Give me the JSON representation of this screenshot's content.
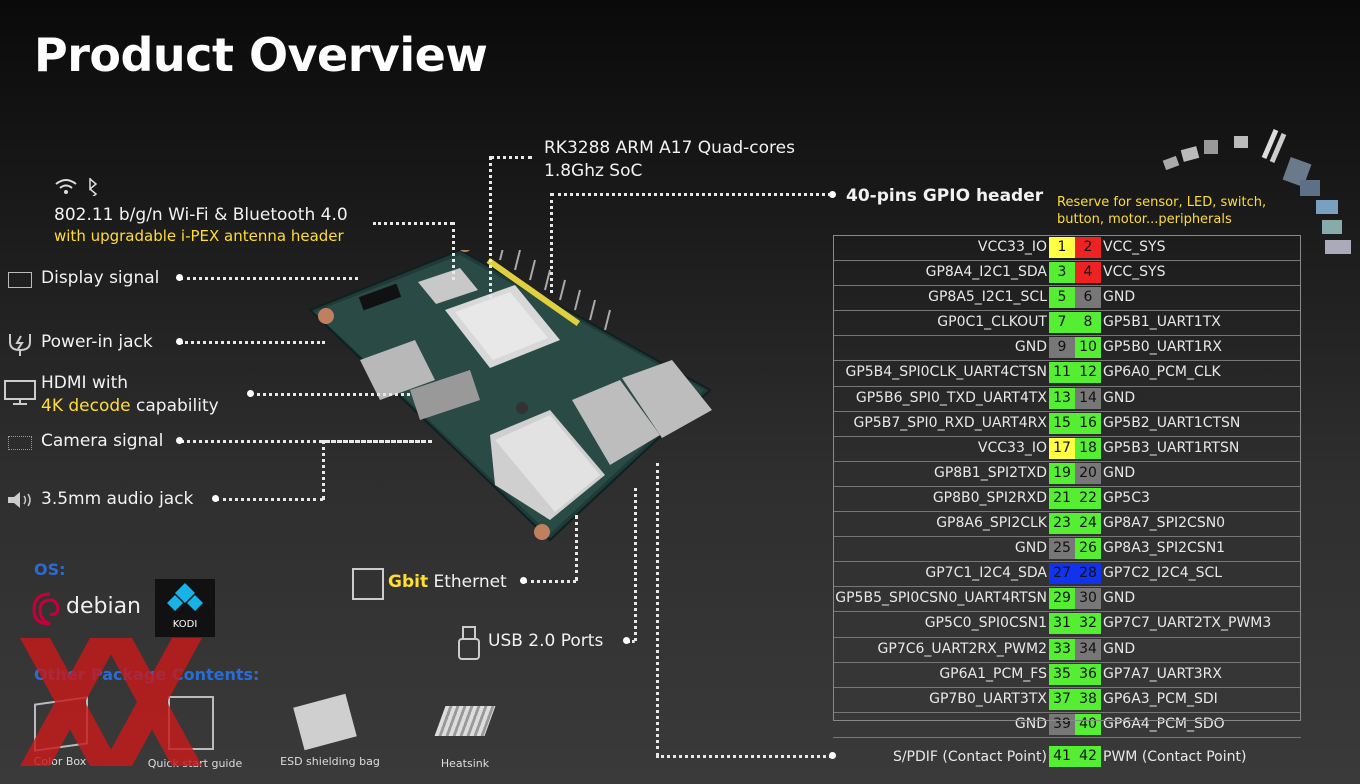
{
  "title": "Product Overview",
  "wifi": {
    "line1": "802.11 b/g/n Wi-Fi  & Bluetooth 4.0",
    "line2": "with upgradable i-PEX antenna header"
  },
  "soc": {
    "line1": "RK3288 ARM A17 Quad-cores",
    "line2": "1.8Ghz SoC"
  },
  "gpio_header": {
    "label": "40-pins GPIO header",
    "note_line1": "Reserve for sensor, LED, switch,",
    "note_line2": "button, motor...peripherals"
  },
  "left_labels": {
    "display": "Display signal",
    "power": "Power-in jack",
    "hdmi_line1": "HDMI with",
    "hdmi_yellow": "4K decode",
    "hdmi_rest": " capability",
    "camera": "Camera signal",
    "audio": "3.5mm audio jack"
  },
  "ethernet": {
    "bold": "Gbit",
    "rest": " Ethernet"
  },
  "usb": "USB 2.0 Ports",
  "os": {
    "heading": "OS:",
    "debian": "debian",
    "kodi": "KODI"
  },
  "package": {
    "heading": "Other Package Contents:",
    "items": [
      "Color Box",
      "Quick start guide",
      "ESD shielding bag",
      "Heatsink"
    ]
  },
  "gpio_rows": [
    {
      "left": "VCC33_IO",
      "a": "1",
      "b": "2",
      "right": "VCC_SYS",
      "ca": "#ffff44",
      "cb": "#ee2222"
    },
    {
      "left": "GP8A4_I2C1_SDA",
      "a": "3",
      "b": "4",
      "right": "VCC_SYS",
      "ca": "#55ee33",
      "cb": "#ee2222"
    },
    {
      "left": "GP8A5_I2C1_SCL",
      "a": "5",
      "b": "6",
      "right": "GND",
      "ca": "#55ee33",
      "cb": "#777777"
    },
    {
      "left": "GP0C1_CLKOUT",
      "a": "7",
      "b": "8",
      "right": "GP5B1_UART1TX",
      "ca": "#55ee33",
      "cb": "#55ee33"
    },
    {
      "left": "GND",
      "a": "9",
      "b": "10",
      "right": "GP5B0_UART1RX",
      "ca": "#777777",
      "cb": "#55ee33"
    },
    {
      "left": "GP5B4_SPI0CLK_UART4CTSN",
      "a": "11",
      "b": "12",
      "right": "GP6A0_PCM_CLK",
      "ca": "#55ee33",
      "cb": "#55ee33"
    },
    {
      "left": "GP5B6_SPI0_TXD_UART4TX",
      "a": "13",
      "b": "14",
      "right": "GND",
      "ca": "#55ee33",
      "cb": "#777777"
    },
    {
      "left": "GP5B7_SPI0_RXD_UART4RX",
      "a": "15",
      "b": "16",
      "right": "GP5B2_UART1CTSN",
      "ca": "#55ee33",
      "cb": "#55ee33"
    },
    {
      "left": "VCC33_IO",
      "a": "17",
      "b": "18",
      "right": "GP5B3_UART1RTSN",
      "ca": "#ffff44",
      "cb": "#55ee33"
    },
    {
      "left": "GP8B1_SPI2TXD",
      "a": "19",
      "b": "20",
      "right": "GND",
      "ca": "#55ee33",
      "cb": "#777777"
    },
    {
      "left": "GP8B0_SPI2RXD",
      "a": "21",
      "b": "22",
      "right": "GP5C3",
      "ca": "#55ee33",
      "cb": "#55ee33"
    },
    {
      "left": "GP8A6_SPI2CLK",
      "a": "23",
      "b": "24",
      "right": "GP8A7_SPI2CSN0",
      "ca": "#55ee33",
      "cb": "#55ee33"
    },
    {
      "left": "GND",
      "a": "25",
      "b": "26",
      "right": "GP8A3_SPI2CSN1",
      "ca": "#777777",
      "cb": "#55ee33"
    },
    {
      "left": "GP7C1_I2C4_SDA",
      "a": "27",
      "b": "28",
      "right": "GP7C2_I2C4_SCL",
      "ca": "#1133ee",
      "cb": "#1133ee"
    },
    {
      "left": "GP5B5_SPI0CSN0_UART4RTSN",
      "a": "29",
      "b": "30",
      "right": "GND",
      "ca": "#55ee33",
      "cb": "#777777"
    },
    {
      "left": "GP5C0_SPI0CSN1",
      "a": "31",
      "b": "32",
      "right": "GP7C7_UART2TX_PWM3",
      "ca": "#55ee33",
      "cb": "#55ee33"
    },
    {
      "left": "GP7C6_UART2RX_PWM2",
      "a": "33",
      "b": "34",
      "right": "GND",
      "ca": "#55ee33",
      "cb": "#777777"
    },
    {
      "left": "GP6A1_PCM_FS",
      "a": "35",
      "b": "36",
      "right": "GP7A7_UART3RX",
      "ca": "#55ee33",
      "cb": "#55ee33"
    },
    {
      "left": "GP7B0_UART3TX",
      "a": "37",
      "b": "38",
      "right": "GP6A3_PCM_SDI",
      "ca": "#55ee33",
      "cb": "#55ee33"
    },
    {
      "left": "GND",
      "a": "39",
      "b": "40",
      "right": "GP6A4_PCM_SDO",
      "ca": "#777777",
      "cb": "#55ee33"
    }
  ],
  "extra_row": {
    "left": "S/PDIF (Contact Point)",
    "a": "41",
    "b": "42",
    "right": "PWM (Contact Point)"
  }
}
